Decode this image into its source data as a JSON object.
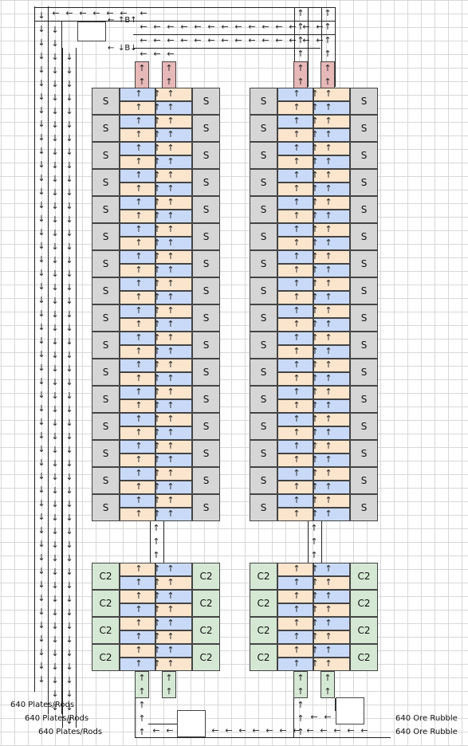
{
  "labels": {
    "smelter": "S",
    "crusher": "C2",
    "balancer": "B",
    "plates_rods": "640 Plates/Rods",
    "ore_rubble": "640 Ore Rubble"
  },
  "glyphs": {
    "up": "↑",
    "down": "↓",
    "left": "←",
    "bal_up": "↑B↑",
    "bal_down": "↓B↓"
  },
  "colors": {
    "smelter_fill": "#d6d6d6",
    "crusher_fill": "#d5e8d4",
    "belt_orange": "#fce5cd",
    "belt_blue": "#c9daf8",
    "input_red": "#e6b8b7",
    "input_green": "#d5e8d4",
    "grid": "#d8d8d8"
  }
}
